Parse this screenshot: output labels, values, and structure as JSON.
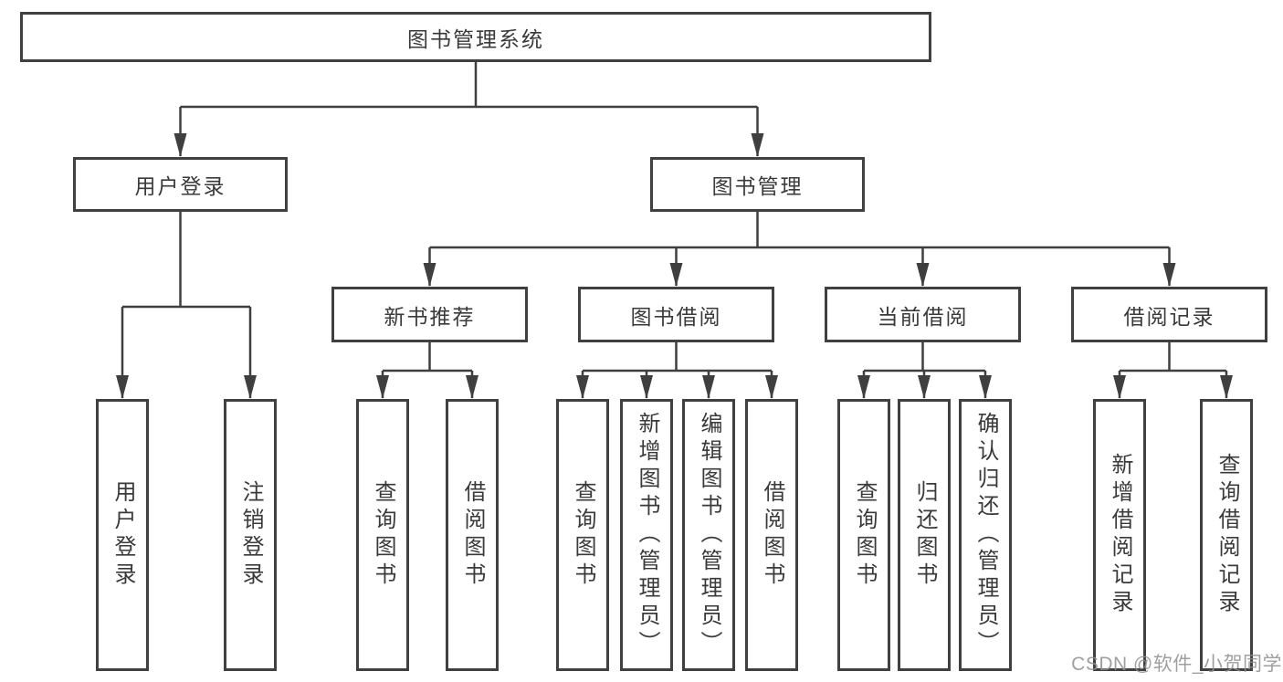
{
  "colors": {
    "line": "#3f3f3f",
    "box_border": "#404040",
    "text": "#3a3a3a",
    "watermark": "#8f8f8f",
    "background": "#ffffff"
  },
  "watermark": {
    "text": "CSDN @软件_小贺同学"
  },
  "tree": {
    "root": {
      "label": "图书管理系统"
    },
    "children": [
      {
        "label": "用户登录",
        "children": [
          {
            "label": "用户登录"
          },
          {
            "label": "注销登录"
          }
        ]
      },
      {
        "label": "图书管理",
        "children": [
          {
            "label": "新书推荐",
            "children": [
              {
                "label": "查询图书"
              },
              {
                "label": "借阅图书"
              }
            ]
          },
          {
            "label": "图书借阅",
            "children": [
              {
                "label": "查询图书"
              },
              {
                "label": "新增图书（管理员）"
              },
              {
                "label": "编辑图书（管理员）"
              },
              {
                "label": "借阅图书"
              }
            ]
          },
          {
            "label": "当前借阅",
            "children": [
              {
                "label": "查询图书"
              },
              {
                "label": "归还图书"
              },
              {
                "label": "确认归还（管理员）"
              }
            ]
          },
          {
            "label": "借阅记录",
            "children": [
              {
                "label": "新增借阅记录"
              },
              {
                "label": "查询借阅记录"
              }
            ]
          }
        ]
      }
    ]
  }
}
